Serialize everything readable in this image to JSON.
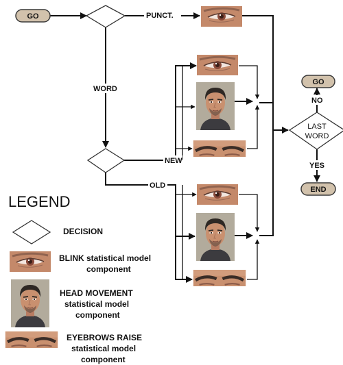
{
  "terminals": {
    "start": "GO",
    "restart": "GO",
    "end": "END"
  },
  "decisions": {
    "last_word_line1": "LAST",
    "last_word_line2": "WORD"
  },
  "edge_labels": {
    "punct": "PUNCT.",
    "word": "WORD",
    "new": "NEW",
    "old": "OLD",
    "no": "NO",
    "yes": "YES"
  },
  "legend": {
    "title": "LEGEND",
    "decision": "DECISION",
    "blink_line1": "BLINK statistical model",
    "blink_line2": "component",
    "head_line1": "HEAD  MOVEMENT",
    "head_line2": "statistical model",
    "head_line3": "component",
    "brow_line1": "EYEBROWS RAISE",
    "brow_line2": "statistical model",
    "brow_line3": "component"
  },
  "colors": {
    "terminal_fill": "#d2c2ac",
    "terminal_stroke": "#3a3a3a",
    "skin": "#c9906f",
    "skin_dark": "#a8735a",
    "hair": "#2e2824",
    "photo_bg": "#b9b3a3",
    "line": "#111111"
  }
}
